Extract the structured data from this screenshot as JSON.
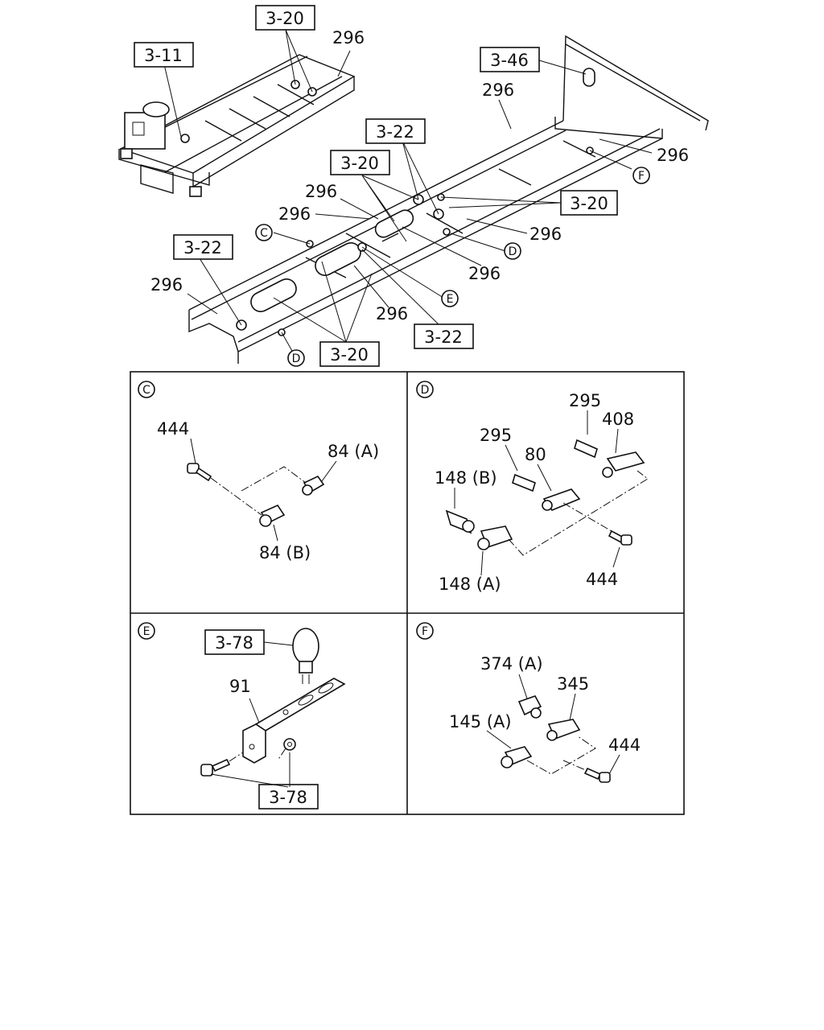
{
  "overview": {
    "ref_3_20_top": "3-20",
    "ref_3_11": "3-11",
    "ref_3_46": "3-46",
    "ref_3_22_upper": "3-22",
    "ref_3_20_mid": "3-20",
    "ref_3_20_right": "3-20",
    "ref_3_22_left": "3-22",
    "ref_3_22_lower": "3-22",
    "ref_3_20_bottom": "3-20",
    "part_296": "296",
    "callout_c": "C",
    "callout_d": "D",
    "callout_e": "E",
    "callout_f": "F"
  },
  "panel_c": {
    "tag": "C",
    "p444": "444",
    "p84a": "84 (A)",
    "p84b": "84 (B)"
  },
  "panel_d": {
    "tag": "D",
    "p295": "295",
    "p408": "408",
    "p80": "80",
    "p148b": "148 (B)",
    "p148a": "148 (A)",
    "p444": "444"
  },
  "panel_e": {
    "tag": "E",
    "ref_3_78_top": "3-78",
    "ref_3_78_bottom": "3-78",
    "p91": "91"
  },
  "panel_f": {
    "tag": "F",
    "p374a": "374 (A)",
    "p345": "345",
    "p145a": "145 (A)",
    "p444": "444"
  }
}
